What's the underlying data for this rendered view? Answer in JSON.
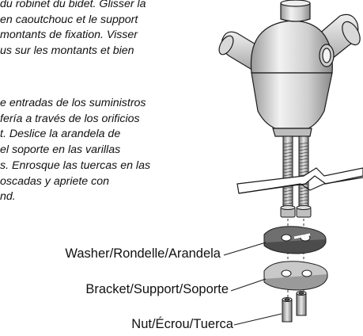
{
  "instructions": {
    "french": [
      "du robinet du bidet. Glisser la",
      "en caoutchouc et le support",
      "montants de fixation. Visser",
      "us sur les montants et bien"
    ],
    "spanish": [
      "e entradas de los suministros",
      "fería a través de los orificios",
      "t. Deslice la arandela de",
      "el soporte en las varillas",
      "s. Enrosque las tuercas en las",
      "oscadas y apriete con",
      "nd."
    ]
  },
  "labels": {
    "washer": "Washer/Rondelle/Arandela",
    "bracket": "Bracket/Support/Soporte",
    "nut": "Nut/Écrou/Tuerca"
  },
  "colors": {
    "stroke": "#1a1a1a",
    "metal_light": "#e6e6e6",
    "metal_mid": "#bdbdbd",
    "metal_dark": "#8c8c8c",
    "washer": "#6f6f6f"
  }
}
